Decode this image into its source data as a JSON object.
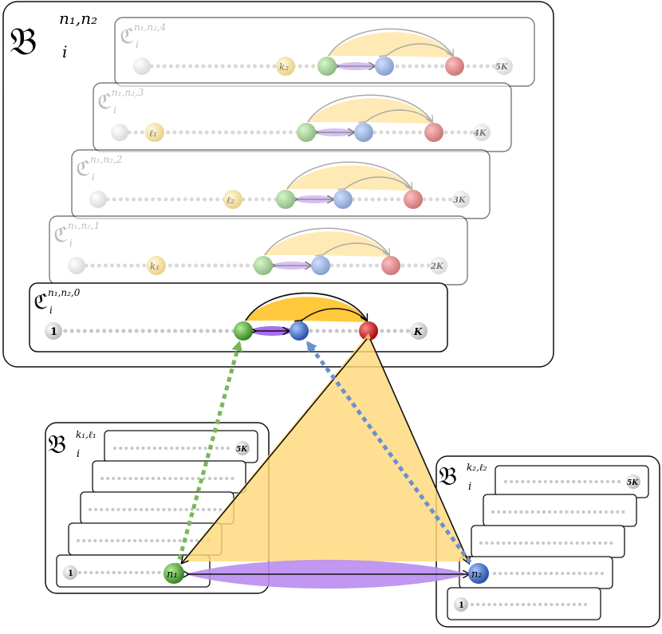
{
  "big_block": {
    "symbol": "𝔅",
    "superscript": "n₁,n₂",
    "subscript": "i",
    "layers": [
      {
        "symbol": "ℭ",
        "superscript": "n₁,n₂,0",
        "subscript": "i",
        "first_label": "1",
        "last_label": "K",
        "marker_label": ""
      },
      {
        "symbol": "ℭ",
        "superscript": "n₁,n₂,1",
        "subscript": "i",
        "first_label": "",
        "last_label": "2K",
        "marker_label": "k₁"
      },
      {
        "symbol": "ℭ",
        "superscript": "n₁,n₂,2",
        "subscript": "i",
        "first_label": "",
        "last_label": "3K",
        "marker_label": "ℓ₂"
      },
      {
        "symbol": "ℭ",
        "superscript": "n₁,n₂,3",
        "subscript": "i",
        "first_label": "",
        "last_label": "4K",
        "marker_label": "ℓ₁"
      },
      {
        "symbol": "ℭ",
        "superscript": "n₁,n₂,4",
        "subscript": "i",
        "first_label": "",
        "last_label": "5K",
        "marker_label": "k₂"
      }
    ]
  },
  "left_block": {
    "symbol": "𝔅",
    "superscript": "k₁,ℓ₁",
    "subscript": "i",
    "top_label": "5K",
    "first_label": "1",
    "node_label": "n₁"
  },
  "right_block": {
    "symbol": "𝔅",
    "superscript": "k₂,ℓ₂",
    "subscript": "i",
    "top_label": "5K",
    "first_label": "1",
    "node_label": "n₂"
  },
  "colors": {
    "green": "#5aa83a",
    "blue": "#3f6fc0",
    "red": "#d81a1a",
    "yellow_fill": "#ffd97a",
    "purple": "#b98cf0",
    "gold": "#f2cf55"
  }
}
